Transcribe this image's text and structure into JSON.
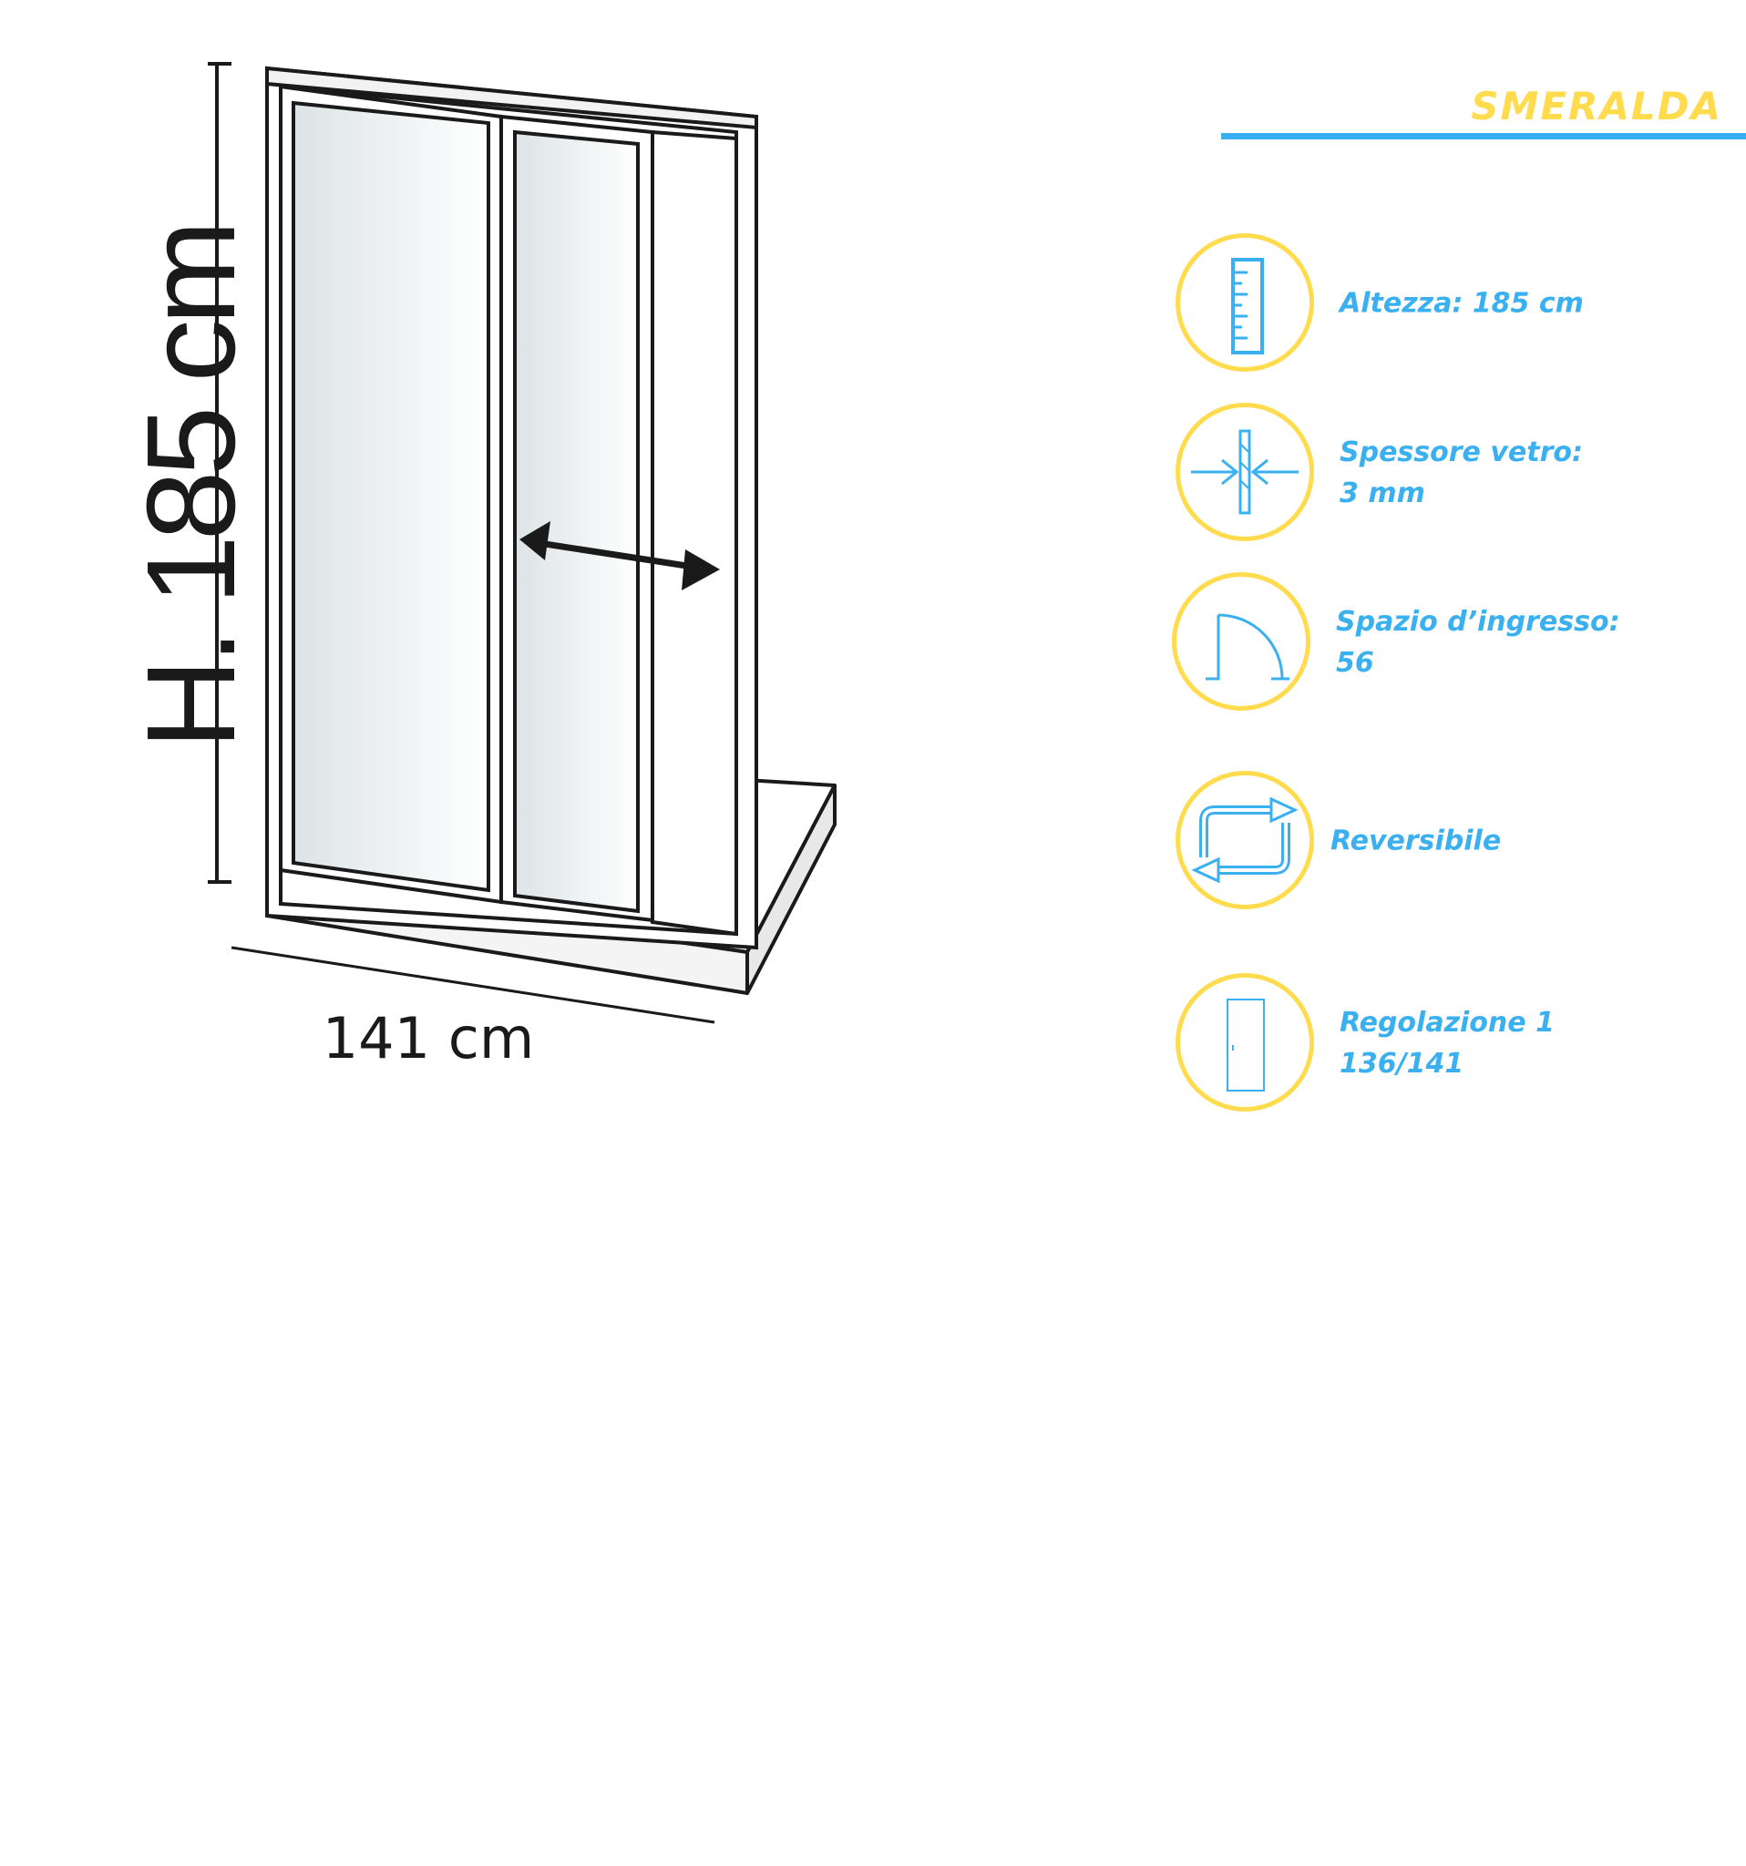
{
  "diagram": {
    "height_label": "H. 185 cm",
    "width_label": "141 cm"
  },
  "brand": {
    "title": "SMERALDA"
  },
  "specs": [
    {
      "icon": "ruler-icon",
      "line1": "Altezza: 185 cm",
      "line2": ""
    },
    {
      "icon": "glass-thickness-icon",
      "line1": "Spessore vetro:",
      "line2": "3 mm"
    },
    {
      "icon": "door-swing-icon",
      "line1": "Spazio d’ingresso:",
      "line2": "56"
    },
    {
      "icon": "reversible-arrows-icon",
      "line1": "Reversibile",
      "line2": ""
    },
    {
      "icon": "door-panel-icon",
      "line1": "Regolazione 1",
      "line2": "136/141"
    }
  ],
  "colors": {
    "accent_yellow": "#FFDB4D",
    "accent_blue": "#3AB0F0",
    "line_dark": "#1a1a1a"
  }
}
